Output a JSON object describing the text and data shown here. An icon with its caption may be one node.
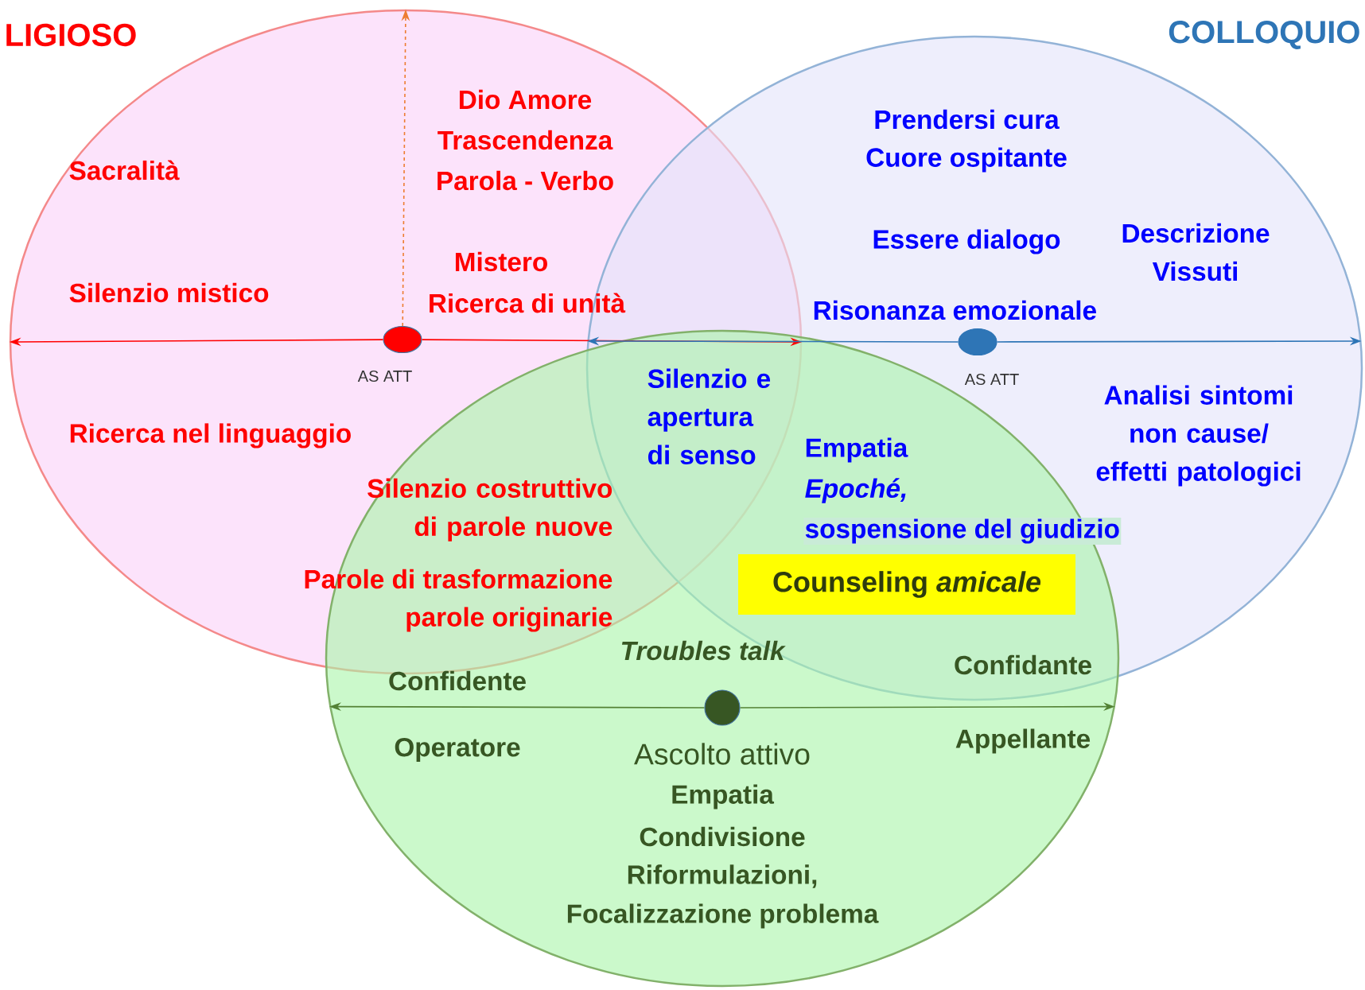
{
  "diagram": {
    "nodes": [
      {
        "text": [
          "LIGIOSO"
        ]
      },
      {
        "text": [
          "COLLOQUIO"
        ]
      },
      {
        "text": [],
        "shape": "ellipse"
      },
      {
        "text": [],
        "shape": "ellipse",
        "in": 0
      },
      {
        "text": [],
        "shape": "ellipse",
        "in": 1
      },
      {
        "text": [
          "Counseling *amicale*"
        ]
      },
      {
        "text": [],
        "shape": "circle",
        "in": 2
      }
    ],
    "edges": [
      {
        "from": 3,
        "to": 0,
        "arrow": "to",
        "color": "#ff0000"
      },
      {
        "from": 3,
        "to": 0,
        "arrow": "to",
        "color": "#ff0000"
      },
      {
        "from": 3,
        "to": 0,
        "arrow": "to",
        "style": "dashed",
        "color": "#ed7d31"
      },
      {
        "from": 4,
        "to": 1,
        "arrow": "to",
        "color": "#2e75b6"
      },
      {
        "from": 4,
        "to": 1,
        "arrow": "to",
        "color": "#2e75b6"
      },
      {
        "from": 6,
        "to": 2,
        "arrow": "to",
        "color": "#548235"
      },
      {
        "from": 6,
        "to": 2,
        "arrow": "to",
        "color": "#548235"
      }
    ],
    "labels": [
      "Dio Amore",
      "Prendersi cura",
      "Trascendenza",
      "Cuore ospitante",
      "Sacralità",
      "Parola - Verbo",
      "Descrizione Vissuti",
      "Essere dialogo",
      "Mistero",
      "Silenzio mistico",
      "Ricerca di unità",
      "Risonanza emozionale",
      "AS ATT",
      "AS ATT",
      "Silenzio e apertura di senso",
      "Analisi sintomi non cause/ effetti patologici",
      "Ricerca nel linguaggio",
      "Empatia",
      "Silenzio costruttivo di parole nuove",
      "Epoché,",
      "sospensione del giudizio",
      "Parole di trasformazione",
      "parole originarie",
      "Troubles talk",
      "Confidante",
      "Confidente",
      "Appellante",
      "Operatore",
      "Ascolto attivo",
      "Empatia",
      "Condivisione",
      "Riformulazioni,",
      "Focalizzazione problema"
    ]
  }
}
